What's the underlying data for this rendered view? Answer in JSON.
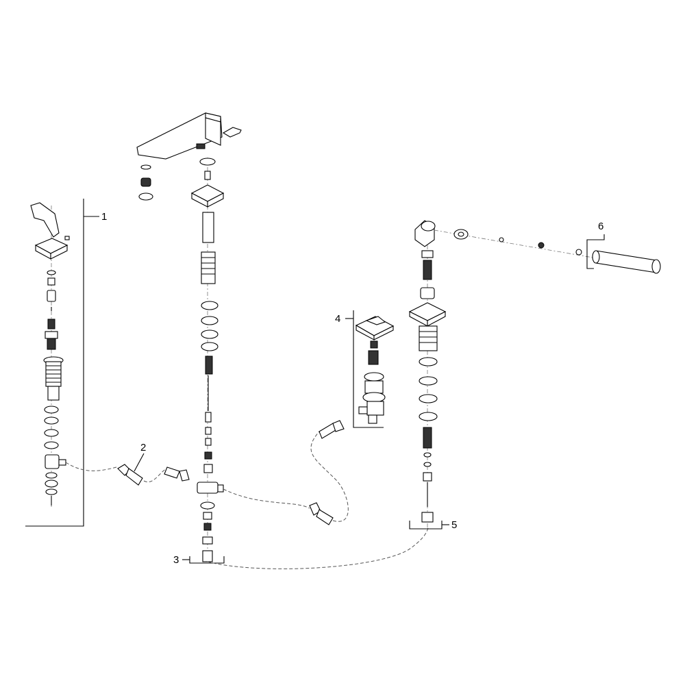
{
  "callouts": [
    {
      "id": "group-1",
      "label": "1"
    },
    {
      "id": "group-2",
      "label": "2"
    },
    {
      "id": "group-3",
      "label": "3"
    },
    {
      "id": "group-4",
      "label": "4"
    },
    {
      "id": "group-5",
      "label": "5"
    },
    {
      "id": "group-6",
      "label": "6"
    }
  ]
}
